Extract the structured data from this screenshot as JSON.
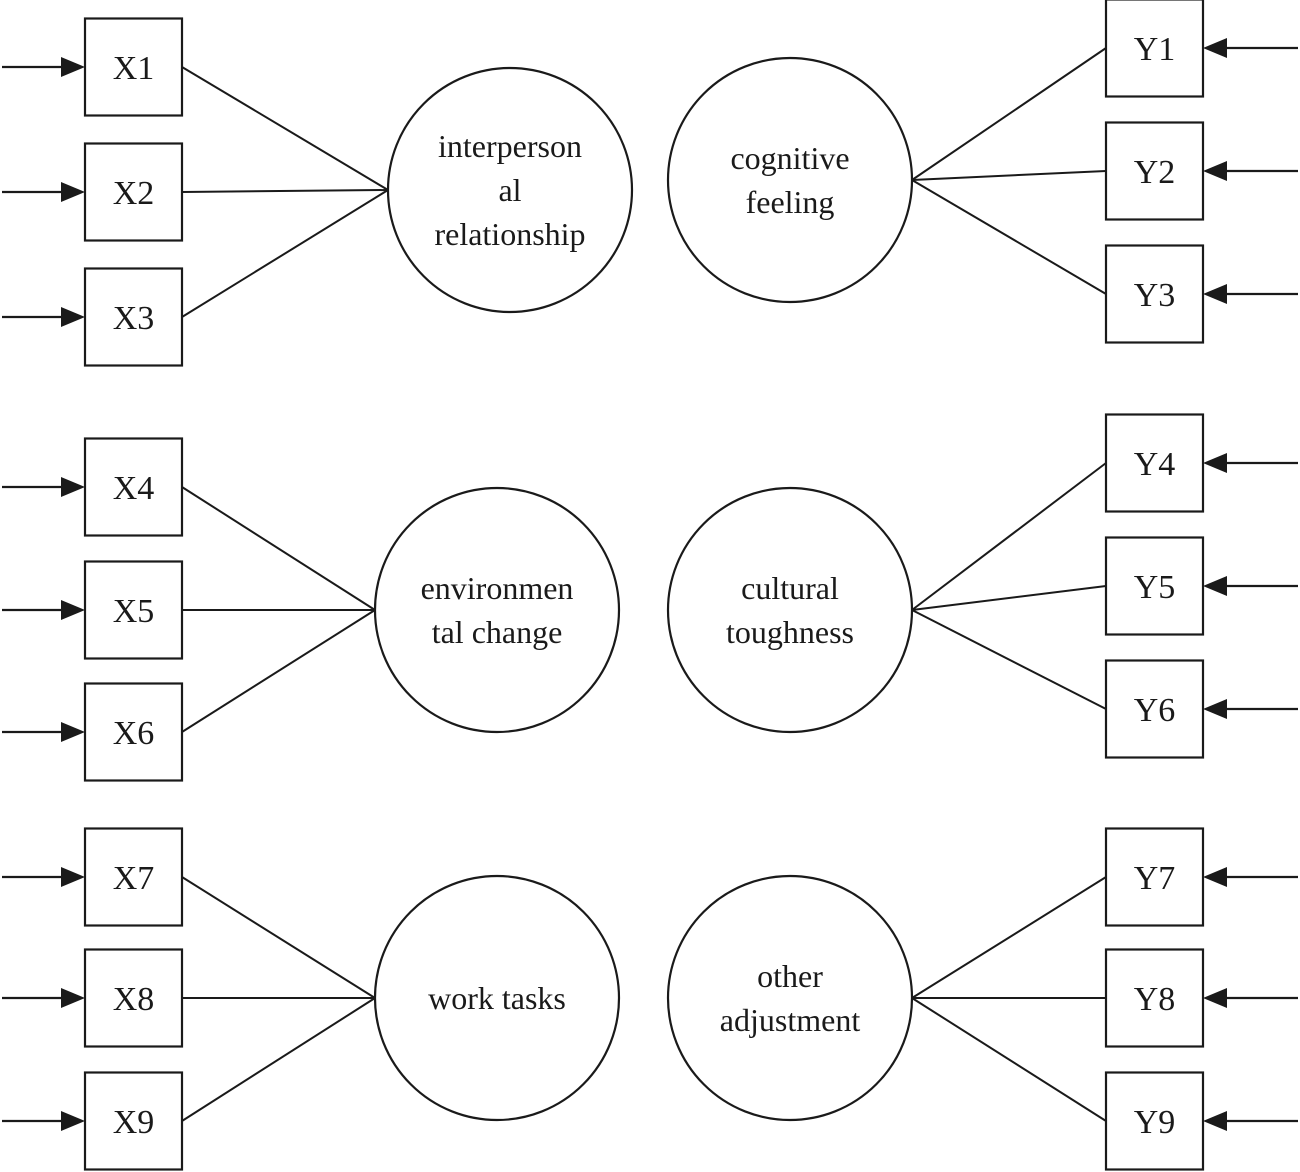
{
  "diagram": {
    "groups": [
      {
        "factor": {
          "lines": [
            "interperson",
            "al",
            "relationship"
          ]
        },
        "indicators": [
          "X1",
          "X2",
          "X3"
        ]
      },
      {
        "factor": {
          "lines": [
            "cognitive",
            "feeling"
          ]
        },
        "indicators": [
          "Y1",
          "Y2",
          "Y3"
        ]
      },
      {
        "factor": {
          "lines": [
            "environmen",
            "tal change"
          ]
        },
        "indicators": [
          "X4",
          "X5",
          "X6"
        ]
      },
      {
        "factor": {
          "lines": [
            "cultural",
            "toughness"
          ]
        },
        "indicators": [
          "Y4",
          "Y5",
          "Y6"
        ]
      },
      {
        "factor": {
          "lines": [
            "work tasks"
          ]
        },
        "indicators": [
          "X7",
          "X8",
          "X9"
        ]
      },
      {
        "factor": {
          "lines": [
            "other",
            "adjustment"
          ]
        },
        "indicators": [
          "Y7",
          "Y8",
          "Y9"
        ]
      }
    ]
  }
}
